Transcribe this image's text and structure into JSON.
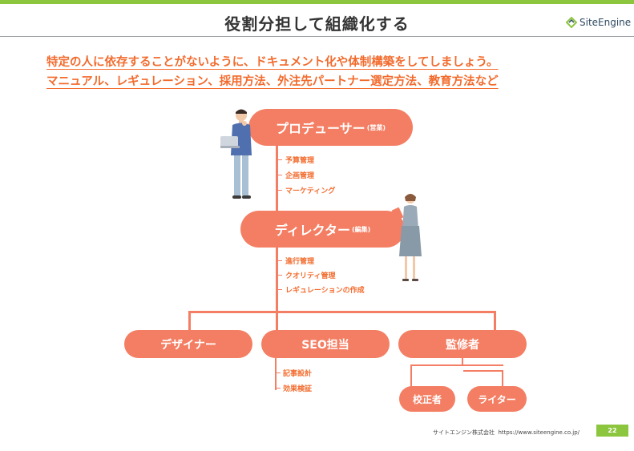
{
  "header": {
    "title": "役割分担して組織化する",
    "logo_text": "SiteEngine"
  },
  "lead": {
    "line1": "特定の人に依存することがないように、ドキュメント化や体制構築をしてしましょう。",
    "line2": "マニュアル、レギュレーション、採用方法、外注先パートナー選定方法、教育方法など"
  },
  "org": {
    "producer": {
      "label": "プロデューサー",
      "note": "(営業)",
      "tasks": [
        "予算管理",
        "企画管理",
        "マーケティング"
      ]
    },
    "director": {
      "label": "ディレクター",
      "note": "(編集)",
      "tasks": [
        "進行管理",
        "クオリティ管理",
        "レギュレーションの作成"
      ]
    },
    "designer": {
      "label": "デザイナー"
    },
    "seo": {
      "label": "SEO担当",
      "tasks": [
        "記事設計",
        "効果検証"
      ]
    },
    "supervisor": {
      "label": "監修者"
    },
    "proofreader": {
      "label": "校正者"
    },
    "writer": {
      "label": "ライター"
    }
  },
  "footer": {
    "company": "サイトエンジン株式会社",
    "url": "https://www.siteengine.co.jp/",
    "page": "22"
  },
  "colors": {
    "accent": "#f47e63",
    "orange_text": "#f26b2d",
    "green": "#8cc63f"
  }
}
